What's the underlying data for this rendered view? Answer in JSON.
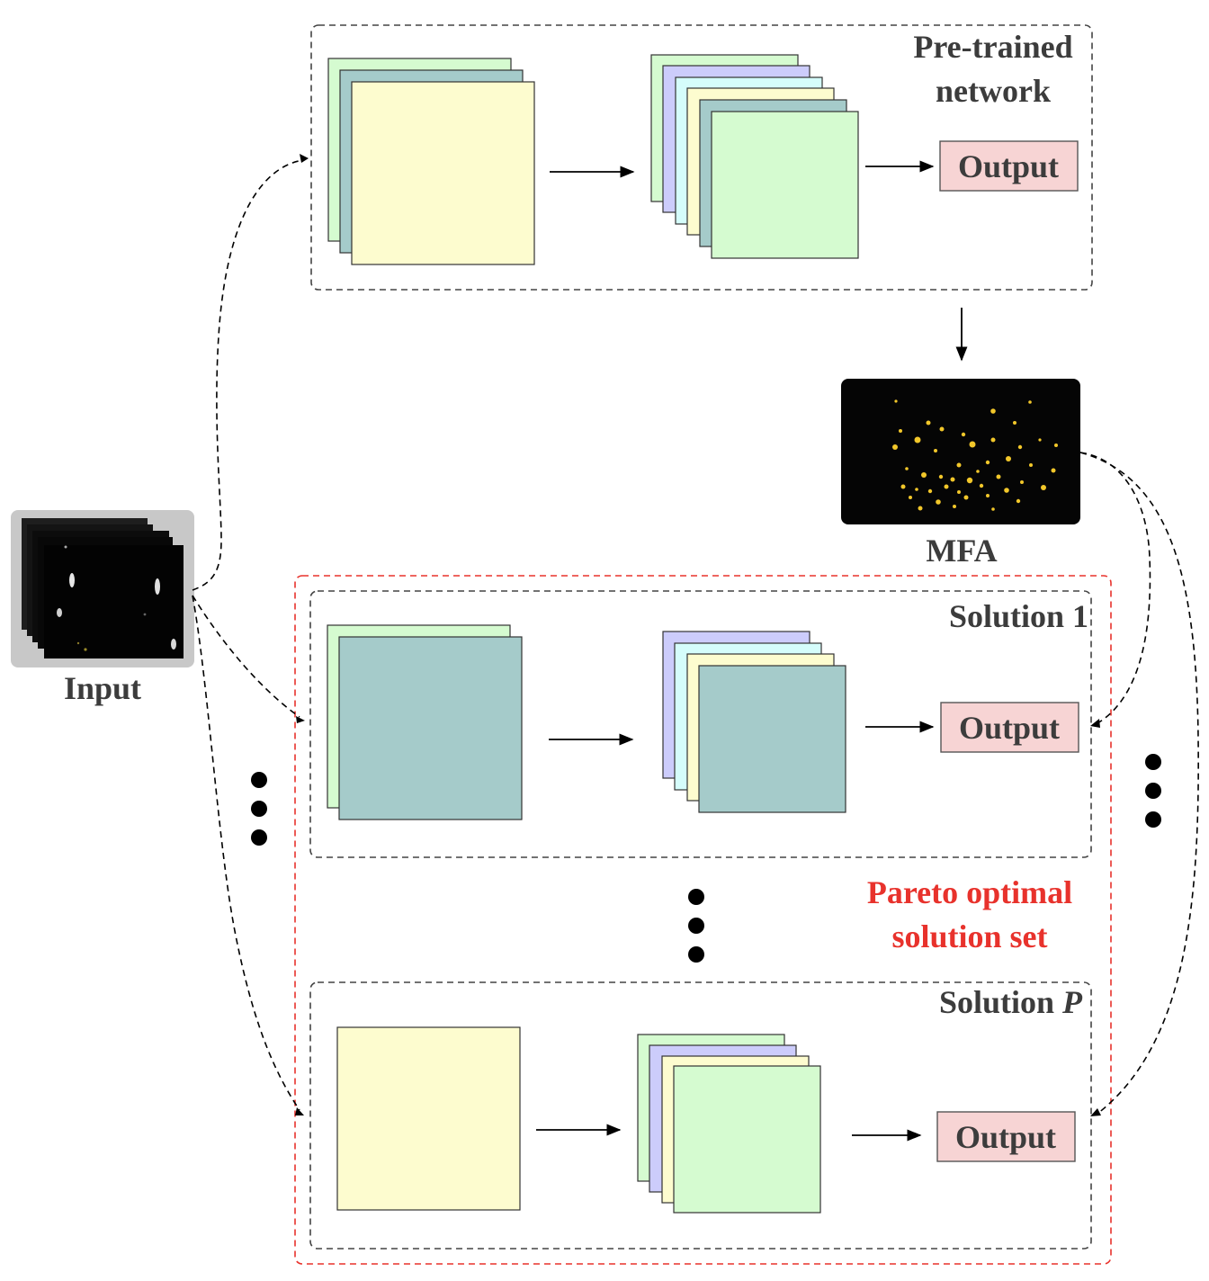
{
  "labels": {
    "pretrained_line1": "Pre-trained",
    "pretrained_line2": "network",
    "output": "Output",
    "mfa": "MFA",
    "input": "Input",
    "solution_1": "Solution 1",
    "solution_p_word": "Solution ",
    "solution_p_var": "P",
    "pareto_line1": "Pareto optimal",
    "pareto_line2": "solution set"
  },
  "colors": {
    "yellow": "#fdfccf",
    "green": "#d5fbd0",
    "teal": "#a5cbca",
    "lavender": "#ccccfb",
    "cyan": "#d5fdfb",
    "output_fill": "#f7d4d4",
    "pareto_red": "#e8322c",
    "dashed_gray": "#444444",
    "label_gray": "#3c3c3c",
    "mfa_dot": "#f2c72a"
  },
  "icons": {
    "input_image": "grayscale-image-stack-icon",
    "mfa_image": "attention-heatmap-icon",
    "ellipsis": "vertical-ellipsis-icon"
  }
}
